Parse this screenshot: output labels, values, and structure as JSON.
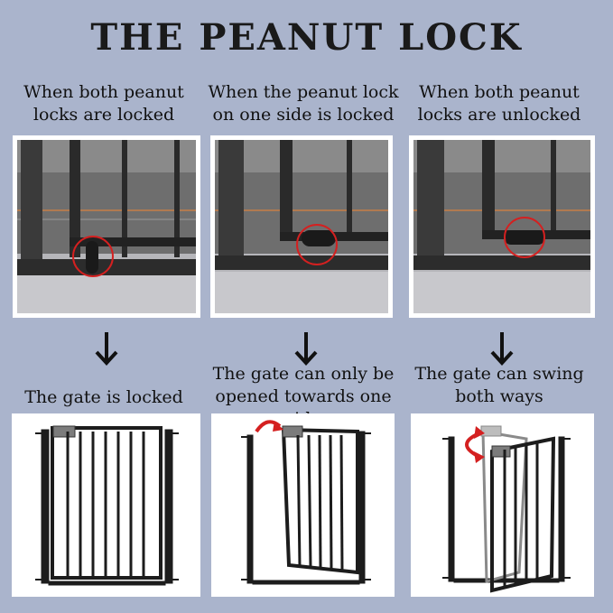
{
  "title": "THE PEANUT LOCK",
  "columns": [
    {
      "caption_top": "When both peanut locks are locked",
      "caption_bottom": "The gate is locked",
      "arrow_icon": "down-arrow-icon"
    },
    {
      "caption_top": "When the peanut lock on one side is locked",
      "caption_bottom": "The gate can only be opened towards one side",
      "arrow_icon": "down-arrow-icon"
    },
    {
      "caption_top": "When both peanut locks are unlocked",
      "caption_bottom": "The gate can swing both ways",
      "arrow_icon": "down-arrow-icon"
    }
  ],
  "colors": {
    "background": "#aab4cc",
    "highlight_circle": "#d42020",
    "gate_frame": "#1c1c1c"
  }
}
